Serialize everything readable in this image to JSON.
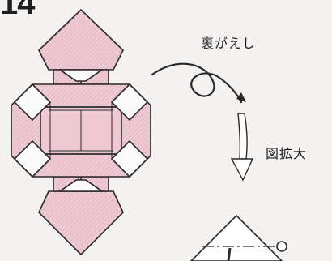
{
  "step": {
    "number": "14"
  },
  "instructions": {
    "flip": "裏がえし",
    "enlarge": "図拡大"
  },
  "colors": {
    "paper_pink": "#eec9d3",
    "paper_white": "#fbfafa",
    "line": "#2a2a2a",
    "background": "#f4f1f1"
  },
  "icons": {
    "flip": "loop-arrow-icon",
    "enlarge": "hollow-down-arrow-icon"
  }
}
